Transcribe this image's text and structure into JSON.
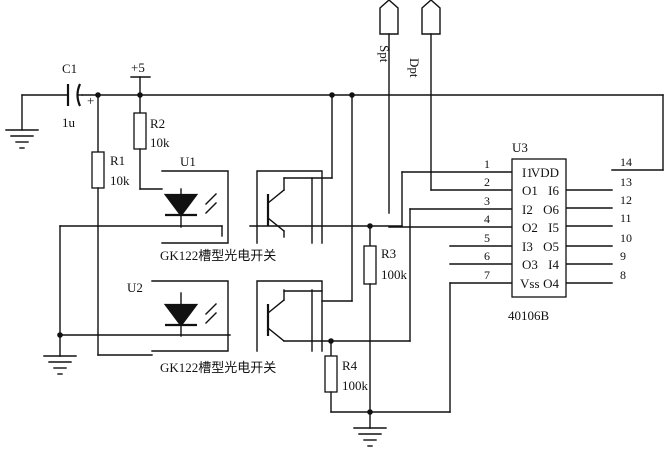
{
  "title": "",
  "components": {
    "c1": {
      "ref": "C1",
      "value": "1u",
      "polarity": "+"
    },
    "supply": {
      "label": "+5"
    },
    "r1": {
      "ref": "R1",
      "value": "10k"
    },
    "r2": {
      "ref": "R2",
      "value": "10k"
    },
    "r3": {
      "ref": "R3",
      "value": "100k"
    },
    "r4": {
      "ref": "R4",
      "value": "100k"
    },
    "u1": {
      "ref": "U1",
      "caption": "GK122槽型光电开关"
    },
    "u2": {
      "ref": "U2",
      "caption": "GK122槽型光电开关"
    },
    "connectors": [
      {
        "label": "Spt"
      },
      {
        "label": "Dpt"
      }
    ],
    "u3": {
      "ref": "U3",
      "part": "40106B",
      "left_pins": [
        {
          "num": "1",
          "name": "I1"
        },
        {
          "num": "2",
          "name": "O1"
        },
        {
          "num": "3",
          "name": "I2"
        },
        {
          "num": "4",
          "name": "O2"
        },
        {
          "num": "5",
          "name": "I3"
        },
        {
          "num": "6",
          "name": "O3"
        },
        {
          "num": "7",
          "name": "Vss"
        }
      ],
      "right_pins": [
        {
          "num": "14",
          "name": "VDD"
        },
        {
          "num": "13",
          "name": "I6"
        },
        {
          "num": "12",
          "name": "O6"
        },
        {
          "num": "11",
          "name": "I5"
        },
        {
          "num": "10",
          "name": "O5"
        },
        {
          "num": "9",
          "name": "I4"
        },
        {
          "num": "8",
          "name": "O4"
        }
      ]
    }
  }
}
